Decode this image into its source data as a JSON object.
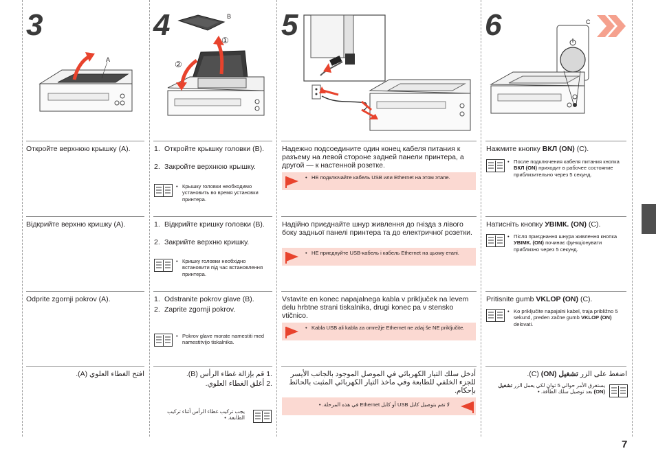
{
  "steps": [
    "3",
    "4",
    "5",
    "6"
  ],
  "figure_labels": {
    "a": "A",
    "b": "B",
    "c": "C",
    "one": "①",
    "two": "②"
  },
  "page_number": "7",
  "colors": {
    "warning_bg": "#fbd9d2",
    "flag": "#e8432d",
    "arrow": "#e8432d",
    "side_tab": "#4f4f4f"
  },
  "ru": {
    "s3": "Откройте верхнюю крышку (A).",
    "s4": [
      "Откройте крышку головки (B).",
      "Закройте верхнюю крышку."
    ],
    "s4_note": "Крышку головки необходимо установить во время установки принтера.",
    "s5": "Надежно подсоедините один конец кабеля питания к разъему на левой стороне задней панели принтера, а другой — к настенной розетке.",
    "s5_warn": "НЕ подключайте кабель USB или Ethernet на этом этапе.",
    "s6_a": "Нажмите кнопку ",
    "s6_b": "ВКЛ (ON)",
    "s6_c": " (C).",
    "s6_note_a": "После подключения кабеля питания кнопка ",
    "s6_note_b": "ВКЛ (ON)",
    "s6_note_c": " приходит в рабочее состояние приблизительно через 5 секунд."
  },
  "uk": {
    "s3": "Відкрийте верхню кришку (A).",
    "s4": [
      "Відкрийте кришку головки (B).",
      "Закрийте верхню кришку."
    ],
    "s4_note": "Кришку головки необхідно встановити під час встановлення принтера.",
    "s5": "Надійно приєднайте шнур живлення до гнізда з лівого боку задньої панелі принтера та до електричної розетки.",
    "s5_warn": "НЕ приєднуйте USB-кабель і кабель Ethernet на цьому етапі.",
    "s6_a": "Натисніть кнопку ",
    "s6_b": "УВІМК. (ON)",
    "s6_c": " (C).",
    "s6_note_a": "Після приєднання шнура живлення кнопка ",
    "s6_note_b": "УВІМК. (ON)",
    "s6_note_c": " починає функціонувати приблизно через 5 секунд."
  },
  "sl": {
    "s3": "Odprite zgornji pokrov (A).",
    "s4": [
      "Odstranite pokrov glave (B).",
      "Zaprite zgornji pokrov."
    ],
    "s4_note": "Pokrov glave morate namestiti med namestitvijo tiskalnika.",
    "s5": "Vstavite en konec napajalnega kabla v priključek na levem delu hrbtne strani tiskalnika, drugi konec pa v stensko vtičnico.",
    "s5_warn": "Kabla USB ali kabla za omrežje Ethernet ne zdaj še NE priključite.",
    "s6_a": "Pritisnite gumb ",
    "s6_b": "VKLOP (ON)",
    "s6_c": " (C).",
    "s6_note_a": "Ko priključite napajalni kabel, traja približno 5 sekund, preden začne gumb ",
    "s6_note_b": "VKLOP (ON)",
    "s6_note_c": " delovati."
  },
  "ar": {
    "s3": "افتح الغطاء العلوي (A).",
    "s4": [
      "قم بإزالة غطاء الرأس (B).",
      "أغلق الغطاء العلوي."
    ],
    "s4_note": "يجب تركيب غطاء الرأس أثناء تركيب الطابعة.",
    "s5": "أدخل سلك التيار الكهربائي في الموصل الموجود بالجانب الأيسر للجزء الخلفي للطابعة وفي مأخذ التيار الكهربائي المثبت بالحائط بإحكام.",
    "s5_warn": "لا تقم بتوصيل كابل USB أو كابل Ethernet في هذه المرحلة.",
    "s6_a": "اضغط على الزر ",
    "s6_b": "تشغيل (ON)",
    "s6_c": " (C).",
    "s6_note_a": "يستغرق الأمر حوالي 5 ثوانٍ لكي يعمل الزر ",
    "s6_note_b": "تشغيل (ON)",
    "s6_note_c": " بعد توصيل سلك الطاقة."
  }
}
